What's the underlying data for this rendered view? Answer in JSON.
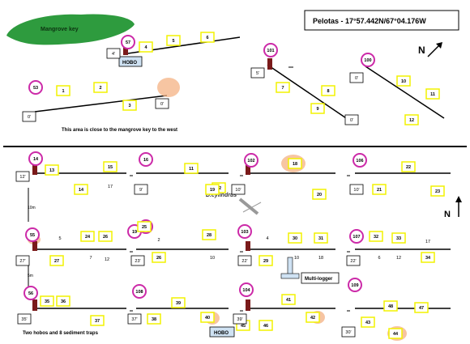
{
  "title": "Pelotas - 17°57.442N/67°04.176W",
  "mangrove_label": "Mangrove key",
  "note_top": "This area is close to the mangrove key to the west",
  "note_bottom": "Two hobos and 8 sediment traps",
  "species_label": "D.cylindrus",
  "north_label": "N",
  "multilogger_label": "Multi-logger",
  "hobo_label": "HOBO",
  "distance_label": "10m",
  "distance_label_2": "5m",
  "colors": {
    "yellow_box": "#f2f200",
    "magenta_circle": "#cc2aa8",
    "marker_red": "#7a1a1a",
    "mangrove_green": "#2e9b3e",
    "orange_blob": "#f4b183",
    "hobo_box": "#cfe2f3"
  },
  "circles": [
    "57",
    "101",
    "100",
    "53",
    "14",
    "16",
    "102",
    "106",
    "55",
    "20",
    "19",
    "103",
    "107",
    "56",
    "108",
    "104",
    "109"
  ],
  "yellow_boxes": [
    "4",
    "5",
    "6",
    "1",
    "2",
    "3",
    "7",
    "8",
    "9",
    "10",
    "11",
    "12",
    "13",
    "15",
    "14",
    "12",
    "11",
    "18",
    "19",
    "20",
    "21",
    "22",
    "23",
    "24",
    "26",
    "27",
    "25",
    "26",
    "28",
    "29",
    "30",
    "31",
    "32",
    "33",
    "34",
    "35",
    "36",
    "37",
    "38",
    "39",
    "40",
    "41",
    "42",
    "43",
    "44",
    "45",
    "46",
    "47",
    "48"
  ],
  "depth_boxes": [
    "4'",
    "0'",
    "0'",
    "5'",
    "0'",
    "0'",
    "12'",
    "9'",
    "10'",
    "10'",
    "27'",
    "23'",
    "22'",
    "22'",
    "35'",
    "37'",
    "39'",
    "30'"
  ],
  "plain_numbers": [
    "5",
    "7",
    "12",
    "2",
    "10",
    "4",
    "10",
    "18",
    "6",
    "12",
    "17",
    "17"
  ]
}
